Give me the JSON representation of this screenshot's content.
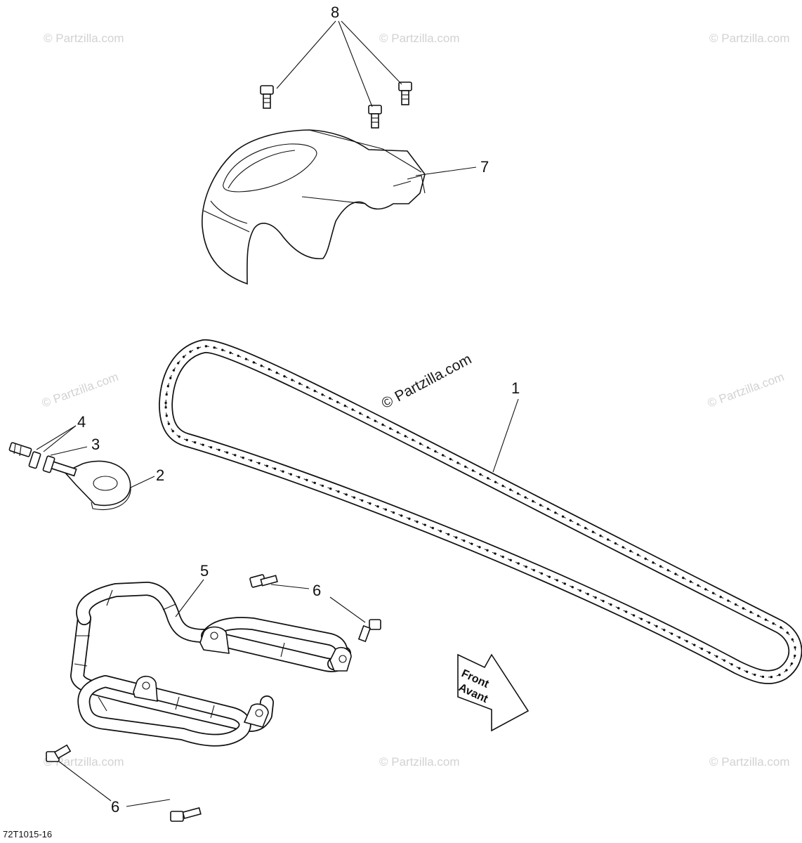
{
  "callouts": {
    "c1": "1",
    "c2": "2",
    "c3": "3",
    "c4": "4",
    "c5": "5",
    "c6a": "6",
    "c6b": "6",
    "c7": "7",
    "c8": "8"
  },
  "direction_arrow": {
    "line1": "Front",
    "line2": "Avant"
  },
  "watermark": {
    "main": "© Partzilla.com",
    "repeat": "© Partzilla.com"
  },
  "reference_code": "72T1015-16"
}
